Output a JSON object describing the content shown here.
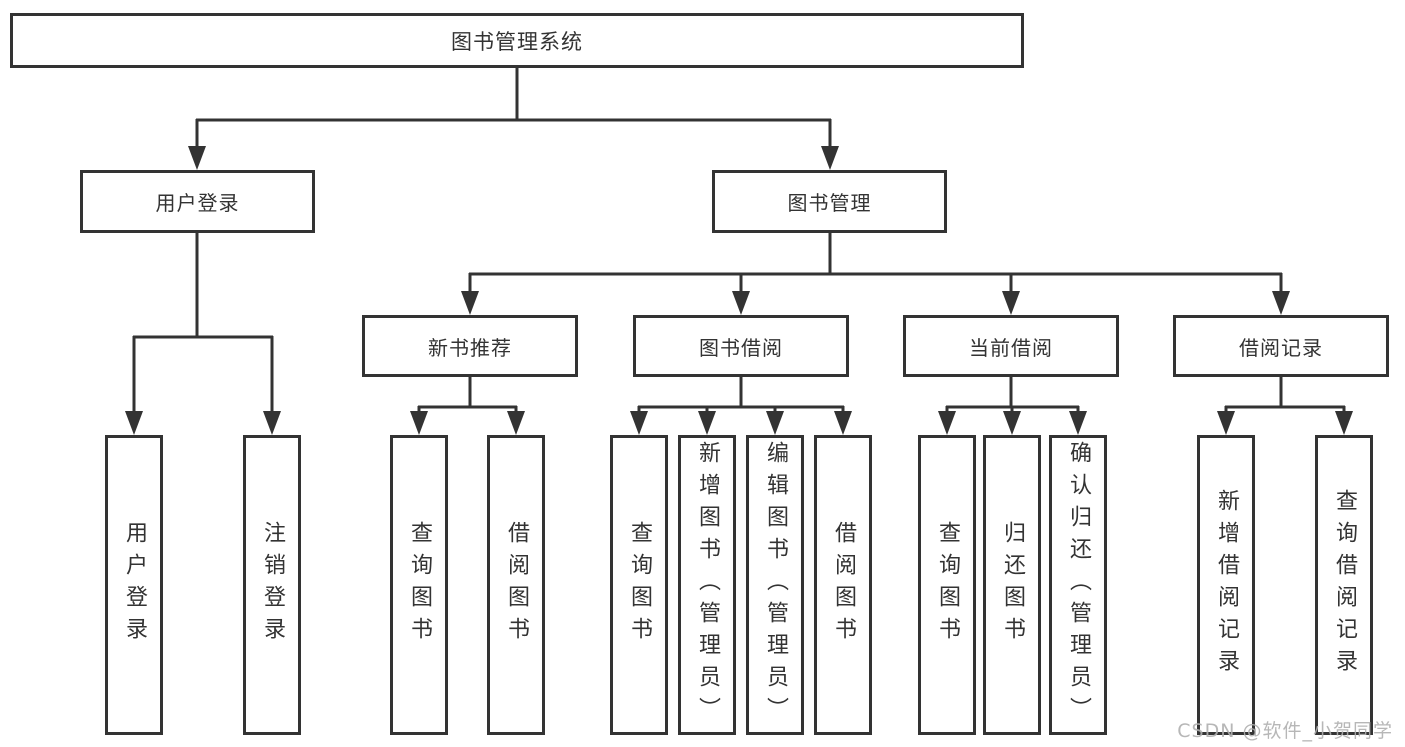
{
  "diagram": {
    "title": "图书管理系统",
    "branches": [
      {
        "label": "用户登录",
        "children": [
          {
            "label": "用户登录"
          },
          {
            "label": "注销登录"
          }
        ]
      },
      {
        "label": "图书管理",
        "children": [
          {
            "label": "新书推荐",
            "children": [
              {
                "label": "查询图书"
              },
              {
                "label": "借阅图书"
              }
            ]
          },
          {
            "label": "图书借阅",
            "children": [
              {
                "label": "查询图书"
              },
              {
                "label": "新增图书（管理员）"
              },
              {
                "label": "编辑图书（管理员）"
              },
              {
                "label": "借阅图书"
              }
            ]
          },
          {
            "label": "当前借阅",
            "children": [
              {
                "label": "查询图书"
              },
              {
                "label": "归还图书"
              },
              {
                "label": "确认归还（管理员）"
              }
            ]
          },
          {
            "label": "借阅记录",
            "children": [
              {
                "label": "新增借阅记录"
              },
              {
                "label": "查询借阅记录"
              }
            ]
          }
        ]
      }
    ]
  },
  "watermark": {
    "text": "CSDN @软件_小贺同学"
  },
  "colors": {
    "line": "#333333",
    "watermark": "#b4b4b4",
    "background": "#ffffff"
  }
}
